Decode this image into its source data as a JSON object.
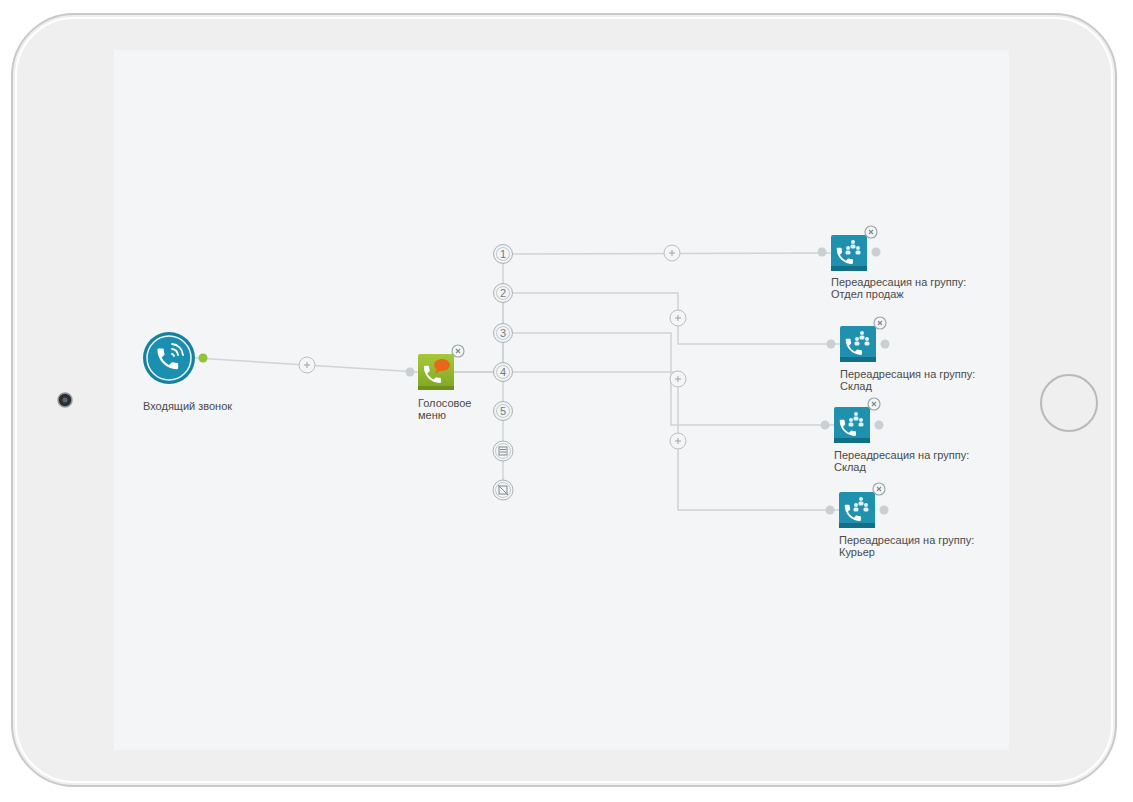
{
  "diagram": {
    "nodes": [
      {
        "text": [
          "Входящий звонок"
        ]
      },
      {
        "text": [
          "Голосовое меню"
        ]
      },
      {
        "text": [
          "1"
        ]
      },
      {
        "text": [
          "2"
        ]
      },
      {
        "text": [
          "3"
        ]
      },
      {
        "text": [
          "4"
        ]
      },
      {
        "text": [
          "5"
        ]
      },
      {
        "text": [
          "Переадресация на группу: Отдел продаж"
        ]
      },
      {
        "text": [
          "Переадресация на группу: Склад"
        ]
      },
      {
        "text": [
          "Переадресация на группу: Склад"
        ]
      },
      {
        "text": [
          "Переадресация на группу: Курьер"
        ]
      }
    ],
    "edges": [
      {
        "from": 0,
        "to": 1,
        "arrow": "none"
      },
      {
        "from": 1,
        "to": 2,
        "arrow": "none"
      },
      {
        "from": 1,
        "to": 3,
        "arrow": "none"
      },
      {
        "from": 1,
        "to": 4,
        "arrow": "none"
      },
      {
        "from": 1,
        "to": 5,
        "arrow": "none"
      },
      {
        "from": 1,
        "to": 6,
        "arrow": "none"
      },
      {
        "from": 2,
        "to": 7,
        "arrow": "none"
      },
      {
        "from": 3,
        "to": 8,
        "arrow": "none"
      },
      {
        "from": 4,
        "to": 9,
        "arrow": "none"
      },
      {
        "from": 5,
        "to": 10,
        "arrow": "none"
      }
    ]
  }
}
